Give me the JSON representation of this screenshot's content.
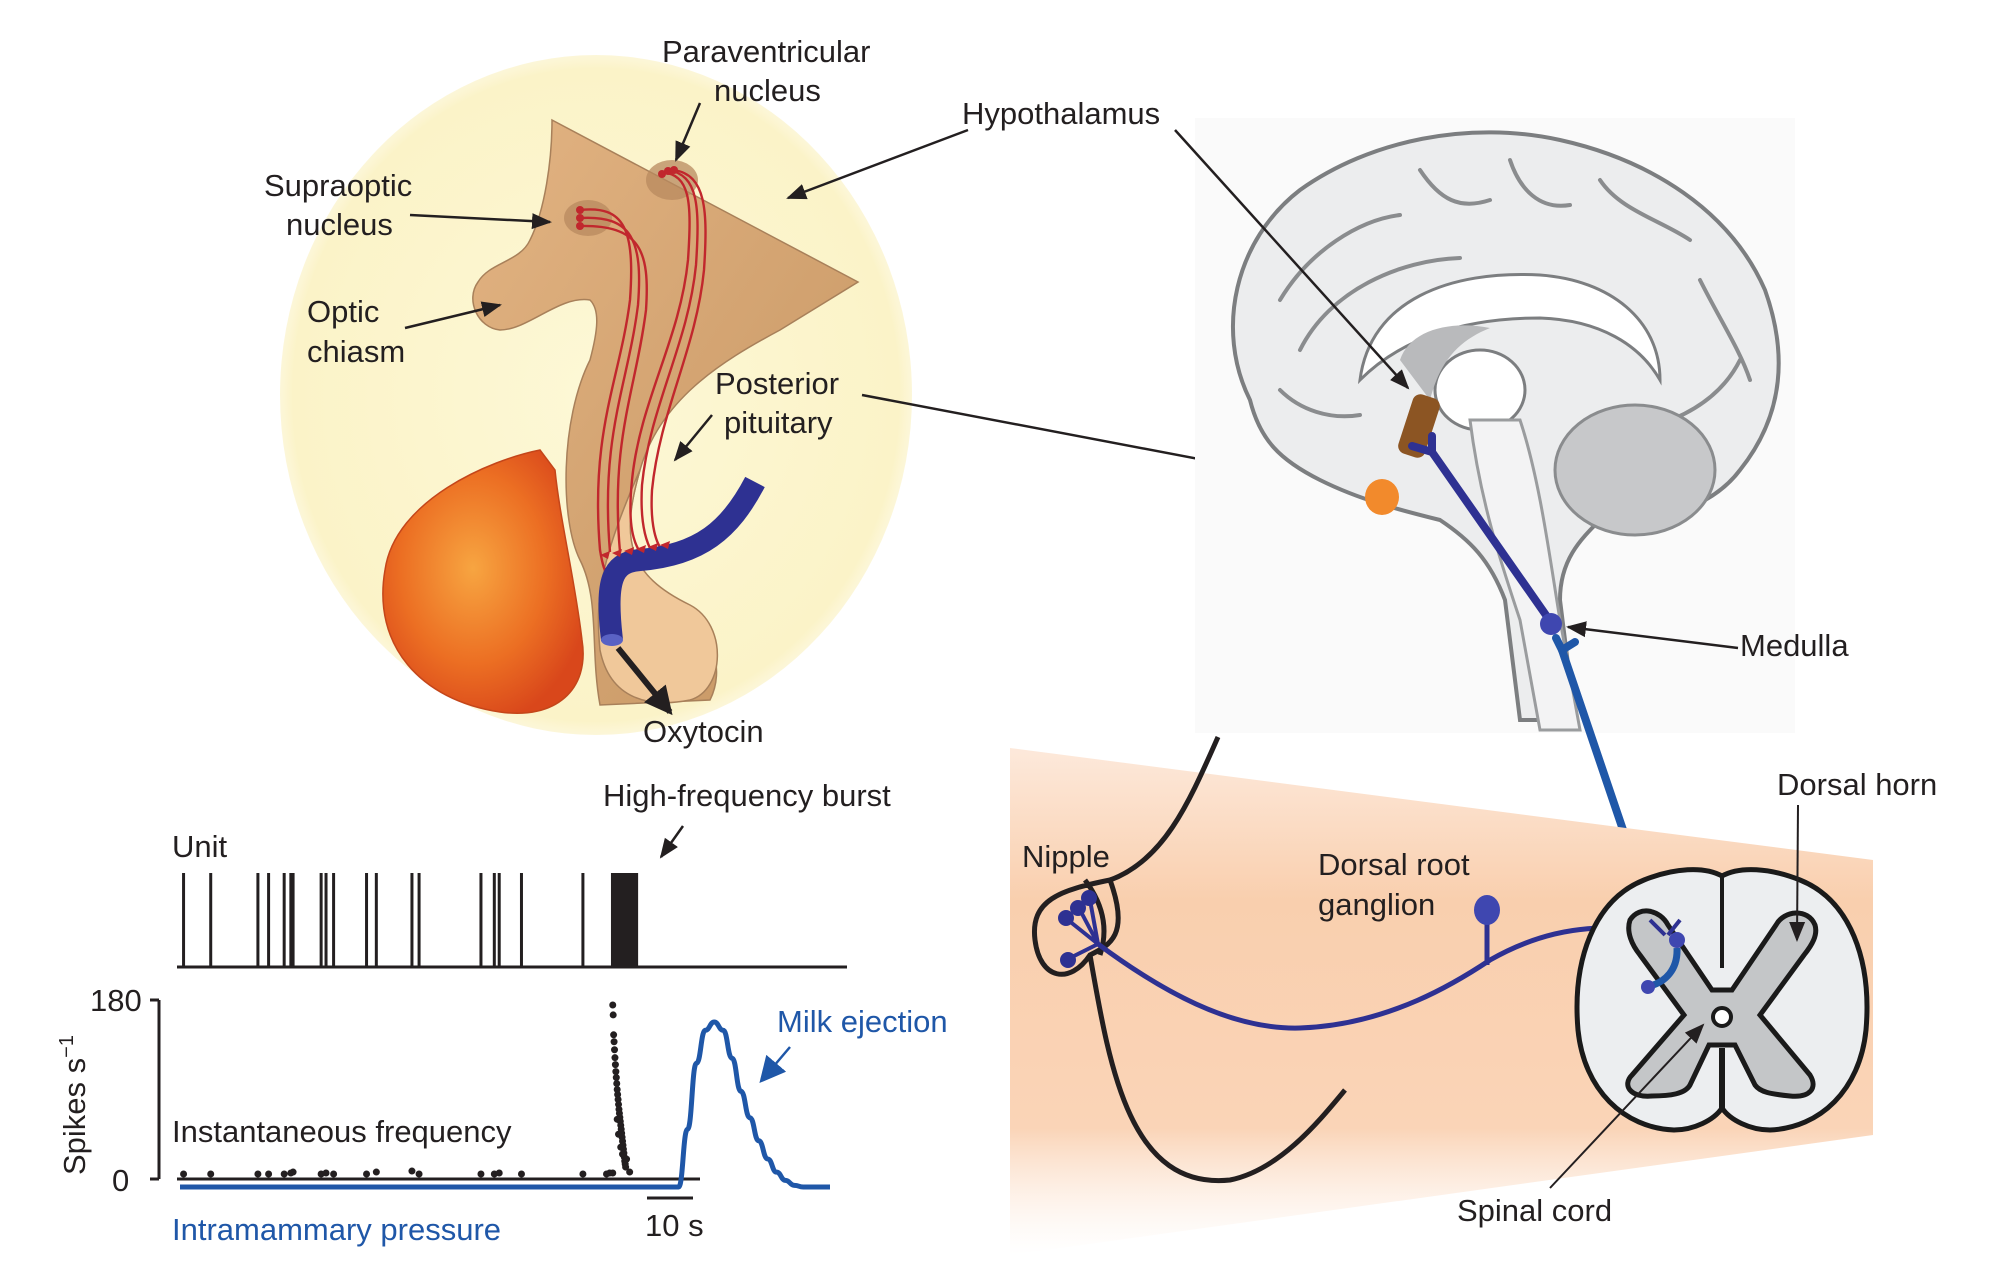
{
  "labels": {
    "paraventricular_line1": "Paraventricular",
    "paraventricular_line2": "nucleus",
    "supraoptic_line1": "Supraoptic",
    "supraoptic_line2": "nucleus",
    "optic_line1": "Optic",
    "optic_line2": "chiasm",
    "posterior_line1": "Posterior",
    "posterior_line2": "pituitary",
    "oxytocin": "Oxytocin",
    "hypothalamus": "Hypothalamus",
    "medulla": "Medulla",
    "dorsal_horn": "Dorsal horn",
    "nipple": "Nipple",
    "drg_line1": "Dorsal root",
    "drg_line2": "ganglion",
    "spinal_cord": "Spinal cord"
  },
  "colors": {
    "axon_red": "#c1272d",
    "vessel_blue": "#2e3192",
    "pathway_blue": "#1f57a8",
    "tissue_tan": "#eab98b",
    "anterior_pituitary_orange": "#e8641e",
    "skin_peach": "#f9cfae",
    "cord_white_matter": "#eceef0",
    "cord_grey_matter": "#c4c6c8"
  },
  "chart_data": {
    "type": "scatter",
    "title": "",
    "panels": [
      {
        "name": "Unit",
        "kind": "spike-raster",
        "label": "Unit",
        "annotation": "High-frequency burst",
        "spike_times_s": [
          0.8,
          6.9,
          17.5,
          19.9,
          23.4,
          24.9,
          25.4,
          31.7,
          32.8,
          34.5,
          41.9,
          44.1,
          52.1,
          53.7,
          67.6,
          70.6,
          71.7,
          76.7,
          90.5
        ],
        "burst_window_s": [
          96.8,
          102.9
        ]
      },
      {
        "name": "Instantaneous frequency",
        "kind": "scatter",
        "label": "Instantaneous frequency",
        "ylabel": "Spikes s⁻¹",
        "ylabel_base": "Spikes s",
        "ylabel_sup": "−1",
        "ylim": [
          0,
          180
        ],
        "yticks": [
          "0",
          "180"
        ],
        "baseline_points_s": [
          0.8,
          6.9,
          17.5,
          19.9,
          23.4,
          24.9,
          25.4,
          31.7,
          32.8,
          34.5,
          41.9,
          44.1,
          52.1,
          53.7,
          67.6,
          70.6,
          71.7,
          76.7,
          90.5,
          95.8,
          96.5,
          97.2
        ],
        "baseline_values": [
          5,
          5,
          5,
          5,
          5,
          6,
          7,
          5,
          6,
          5,
          5,
          7,
          8,
          5,
          5,
          5,
          6,
          5,
          5,
          5,
          6,
          6
        ],
        "burst_points": [
          {
            "t": 97.2,
            "v": 175
          },
          {
            "t": 97.3,
            "v": 165
          },
          {
            "t": 97.4,
            "v": 145
          },
          {
            "t": 97.5,
            "v": 138
          },
          {
            "t": 97.6,
            "v": 130
          },
          {
            "t": 97.7,
            "v": 122
          },
          {
            "t": 97.8,
            "v": 115
          },
          {
            "t": 97.9,
            "v": 108
          },
          {
            "t": 98.0,
            "v": 102
          },
          {
            "t": 98.1,
            "v": 96
          },
          {
            "t": 98.2,
            "v": 90
          },
          {
            "t": 98.3,
            "v": 85
          },
          {
            "t": 98.4,
            "v": 80
          },
          {
            "t": 98.5,
            "v": 75
          },
          {
            "t": 98.6,
            "v": 70
          },
          {
            "t": 98.7,
            "v": 66
          },
          {
            "t": 98.8,
            "v": 62
          },
          {
            "t": 98.9,
            "v": 58
          },
          {
            "t": 99.0,
            "v": 54
          },
          {
            "t": 99.1,
            "v": 50
          },
          {
            "t": 99.2,
            "v": 46
          },
          {
            "t": 99.3,
            "v": 42
          },
          {
            "t": 99.4,
            "v": 38
          },
          {
            "t": 99.5,
            "v": 34
          },
          {
            "t": 99.6,
            "v": 30
          },
          {
            "t": 99.7,
            "v": 26
          },
          {
            "t": 99.8,
            "v": 22
          },
          {
            "t": 99.9,
            "v": 18
          },
          {
            "t": 100.0,
            "v": 15
          },
          {
            "t": 100.1,
            "v": 12
          },
          {
            "t": 98.2,
            "v": 60
          },
          {
            "t": 98.5,
            "v": 45
          },
          {
            "t": 99.0,
            "v": 32
          },
          {
            "t": 99.4,
            "v": 25
          },
          {
            "t": 100.3,
            "v": 20
          },
          {
            "t": 101.0,
            "v": 7
          }
        ]
      },
      {
        "name": "Intramammary pressure",
        "kind": "line",
        "label": "Intramammary pressure",
        "annotation": "Milk ejection",
        "t_s": [
          0,
          112,
          114,
          116,
          118,
          120,
          122,
          124,
          126,
          128,
          130,
          132,
          134,
          136,
          138,
          140,
          142,
          146
        ],
        "relative_pressure": [
          0,
          0,
          0.35,
          0.75,
          0.95,
          1.0,
          0.95,
          0.78,
          0.58,
          0.42,
          0.28,
          0.17,
          0.09,
          0.04,
          0.01,
          0,
          0,
          0
        ]
      }
    ],
    "scale_bar": {
      "label": "10 s",
      "value_s": 10
    },
    "x_range_s": [
      0,
      146
    ]
  }
}
